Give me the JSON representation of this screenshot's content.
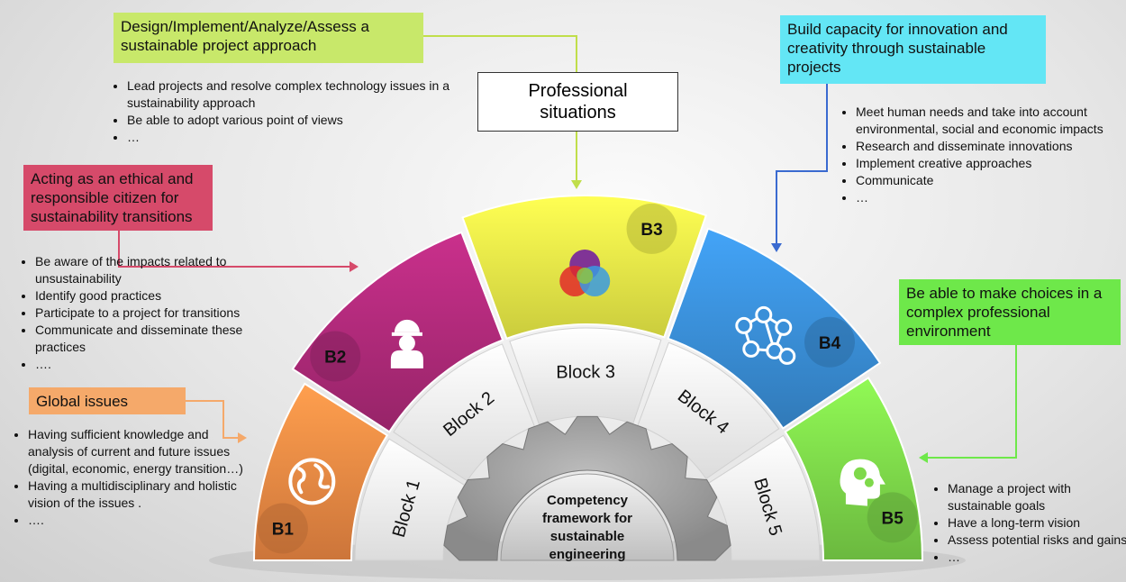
{
  "center_label": "Competency framework for sustainable engineering",
  "center_lines": [
    "Competency",
    "framework for",
    "sustainable",
    "engineering"
  ],
  "professional_situations": "Professional situations",
  "blocks": [
    {
      "tag": "B1",
      "label": "Block 1",
      "icon": "globe-icon",
      "color": "#f08a44"
    },
    {
      "tag": "B2",
      "label": "Block 2",
      "icon": "worker-icon",
      "color": "#b02a7a"
    },
    {
      "tag": "B3",
      "label": "Block 3",
      "icon": "venn-icon",
      "color": "#eef048"
    },
    {
      "tag": "B4",
      "label": "Block 4",
      "icon": "network-icon",
      "color": "#3a8fd8"
    },
    {
      "tag": "B5",
      "label": "Block 5",
      "icon": "head-gears-icon",
      "color": "#7ed94a"
    }
  ],
  "callouts": {
    "design": {
      "title": "Design/Implement/Analyze/Assess a sustainable project approach",
      "color": "#c8e86a",
      "bullets": [
        "Lead projects and resolve complex technology issues in a sustainability approach",
        "Be able to adopt various point of views",
        "…"
      ]
    },
    "capacity": {
      "title": "Build capacity for innovation and creativity through sustainable projects",
      "color": "#63e6f5",
      "bullets": [
        "Meet human needs and take into account environmental, social and economic impacts",
        "Research and disseminate innovations",
        "Implement creative approaches",
        "Communicate",
        "…"
      ]
    },
    "ethical": {
      "title": "Acting as an ethical and responsible citizen for sustainability transitions",
      "color": "#d64a6a",
      "bullets": [
        "Be aware of the impacts related to unsustainability",
        "Identify good practices",
        "Participate to a project for transitions",
        "Communicate and disseminate these practices",
        "…."
      ]
    },
    "choices": {
      "title": "Be able to make choices in a complex professional environment",
      "color": "#6ee84a",
      "bullets": [
        "Manage a project with sustainable goals",
        "Have a long-term vision",
        "Assess potential risks and gains",
        "…"
      ]
    },
    "global": {
      "title": "Global issues",
      "color": "#f5a96a",
      "bullets": [
        "Having sufficient knowledge and analysis of current and future issues (digital, economic, energy transition…)",
        "Having a multidisciplinary and holistic vision of the issues .",
        "…."
      ]
    }
  }
}
